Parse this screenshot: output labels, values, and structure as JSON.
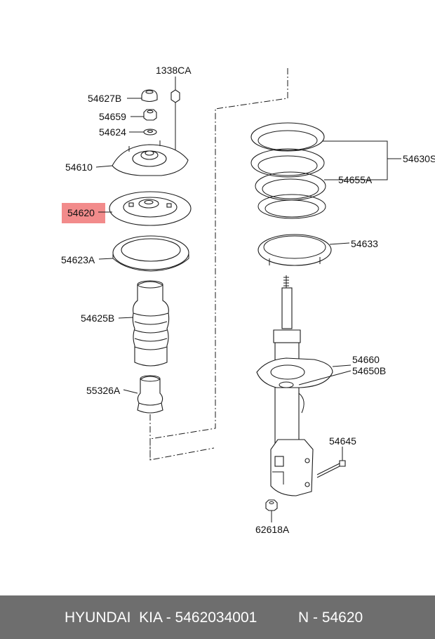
{
  "labels": {
    "p1338CA": "1338CA",
    "p54627B": "54627B",
    "p54659": "54659",
    "p54624": "54624",
    "p54610": "54610",
    "p54620": "54620",
    "p54623A": "54623A",
    "p54625B": "54625B",
    "p55326A": "55326A",
    "p54630S": "54630S",
    "p54655A": "54655A",
    "p54633": "54633",
    "p54660": "54660",
    "p54650B": "54650B",
    "p54645": "54645",
    "p62618A": "62618A"
  },
  "highlight_color": "#f28b8b",
  "footer": {
    "brand_part": "HYUNDAI  KIA - 5462034001",
    "ref": "N - 54620"
  }
}
